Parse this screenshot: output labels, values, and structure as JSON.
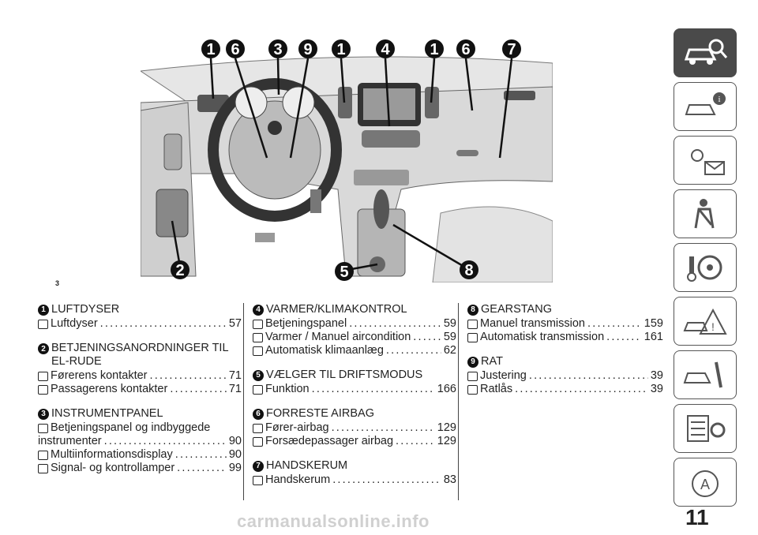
{
  "illustration": {
    "callouts_top": [
      "1",
      "6",
      "3",
      "9",
      "1",
      "4",
      "1",
      "6",
      "7"
    ],
    "callouts_bottom": [
      "2",
      "5",
      "8"
    ],
    "small_label": "3"
  },
  "sections": {
    "s1": {
      "num": "1",
      "title": "LUFTDYSER",
      "rows": [
        {
          "label": "Luftdyser",
          "page": "57"
        }
      ]
    },
    "s2": {
      "num": "2",
      "title": "BETJENINGSANORDNINGER TIL EL-RUDE",
      "rows": [
        {
          "label": "Førerens kontakter",
          "page": "71"
        },
        {
          "label": "Passagerens kontakter",
          "page": "71"
        }
      ]
    },
    "s3": {
      "num": "3",
      "title": "INSTRUMENTPANEL",
      "rows": [
        {
          "label_line1": "Betjeningspanel og indbyggede",
          "label_line2": "instrumenter",
          "page": "90"
        },
        {
          "label": "Multiinformationsdisplay",
          "page": "90"
        },
        {
          "label": "Signal- og kontrollamper",
          "page": "99"
        }
      ]
    },
    "s4": {
      "num": "4",
      "title": "VARMER/KLIMAKONTROL",
      "rows": [
        {
          "label": "Betjeningspanel",
          "page": "59"
        },
        {
          "label": "Varmer / Manuel aircondition",
          "page": "59"
        },
        {
          "label": "Automatisk klimaanlæg",
          "page": "62"
        }
      ]
    },
    "s5": {
      "num": "5",
      "title": "VÆLGER TIL DRIFTSMODUS",
      "rows": [
        {
          "label": "Funktion",
          "page": "166"
        }
      ]
    },
    "s6": {
      "num": "6",
      "title": "FORRESTE AIRBAG",
      "rows": [
        {
          "label": "Fører-airbag",
          "page": "129"
        },
        {
          "label": "Forsædepassager airbag",
          "page": "129"
        }
      ]
    },
    "s7": {
      "num": "7",
      "title": "HANDSKERUM",
      "rows": [
        {
          "label": "Handskerum",
          "page": "83"
        }
      ]
    },
    "s8": {
      "num": "8",
      "title": "GEARSTANG",
      "rows": [
        {
          "label": "Manuel transmission",
          "page": "159"
        },
        {
          "label": "Automatisk transmission",
          "page": "161"
        }
      ]
    },
    "s9": {
      "num": "9",
      "title": "RAT",
      "rows": [
        {
          "label": "Justering",
          "page": "39"
        },
        {
          "label": "Ratlås",
          "page": "39"
        }
      ]
    }
  },
  "page_number": "11",
  "footer": "carmanualsonline.info"
}
